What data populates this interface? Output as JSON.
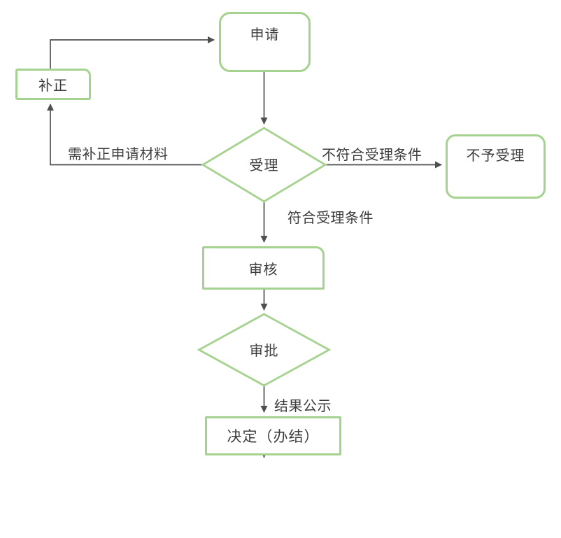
{
  "diagram": {
    "type": "flowchart",
    "background": "#ffffff",
    "colors": {
      "node_border_green": "#a5d28f",
      "edge_line": "#4f4f4f",
      "text": "#3d3d3d"
    },
    "nodes": {
      "apply": {
        "label": "申请",
        "shape": "rounded-rect"
      },
      "correction": {
        "label": "补正",
        "shape": "rect"
      },
      "accept": {
        "label": "受理",
        "shape": "diamond"
      },
      "reject": {
        "label": "不予受理",
        "shape": "rounded-rect"
      },
      "review": {
        "label": "审核",
        "shape": "rect"
      },
      "approve": {
        "label": "审批",
        "shape": "diamond"
      },
      "decision": {
        "label": "决定（办结）",
        "shape": "rect"
      }
    },
    "edges": {
      "correction_to_apply": {
        "from": "补正",
        "to": "申请",
        "label": ""
      },
      "apply_to_accept": {
        "from": "申请",
        "to": "受理",
        "label": ""
      },
      "accept_to_correction": {
        "from": "受理",
        "to": "补正",
        "label": "需补正申请材料"
      },
      "accept_to_reject": {
        "from": "受理",
        "to": "不予受理",
        "label": "不符合受理条件"
      },
      "accept_to_review": {
        "from": "受理",
        "to": "审核",
        "label": "符合受理条件"
      },
      "review_to_approve": {
        "from": "审核",
        "to": "审批",
        "label": ""
      },
      "approve_to_decision": {
        "from": "审批",
        "to": "决定（办结）",
        "label": "结果公示"
      }
    }
  }
}
